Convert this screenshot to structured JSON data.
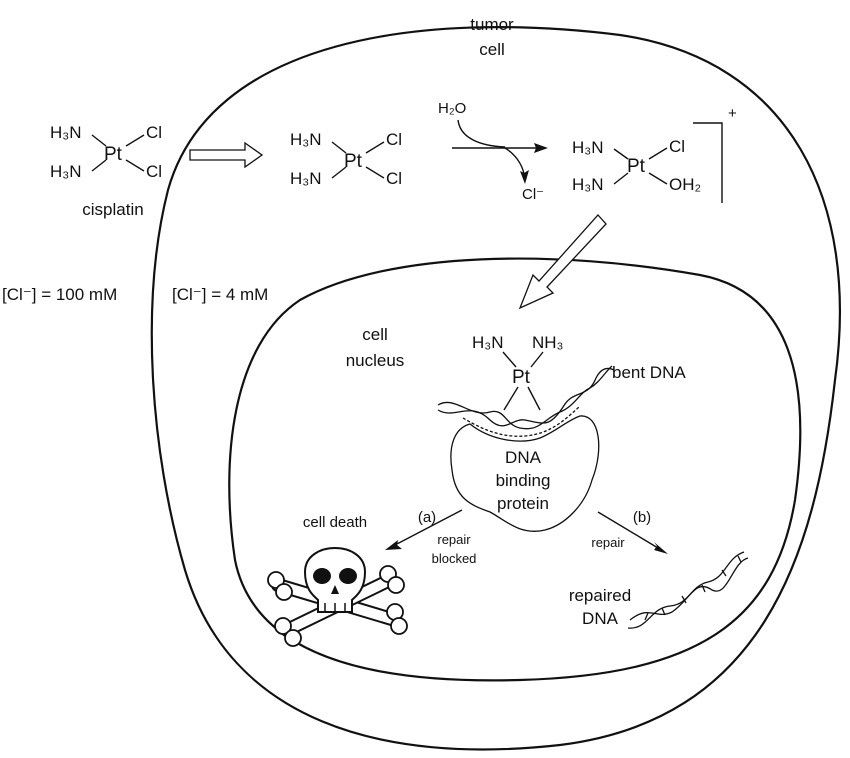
{
  "labels": {
    "tumor_cell_line1": "tumor",
    "tumor_cell_line2": "cell",
    "cisplatin": "cisplatin",
    "cl_outside": "[Cl⁻] = 100 mM",
    "cl_inside": "[Cl⁻] = 4 mM",
    "cell_nucleus_line1": "cell",
    "cell_nucleus_line2": "nucleus",
    "bent_dna": "bent DNA",
    "protein_line1": "DNA",
    "protein_line2": "binding",
    "protein_line3": "protein",
    "cell_death": "cell death",
    "path_a": "(a)",
    "path_b": "(b)",
    "repair_blocked_line1": "repair",
    "repair_blocked_line2": "blocked",
    "repair": "repair",
    "repaired_dna_line1": "repaired",
    "repaired_dna_line2": "DNA"
  },
  "chemistry": {
    "ammine": "H₃N",
    "ammine_right": "NH₃",
    "platinum": "Pt",
    "chloride": "Cl",
    "aqua": "OH₂",
    "water": "H₂O",
    "chloride_ion": "Cl⁻",
    "charge": "+"
  }
}
